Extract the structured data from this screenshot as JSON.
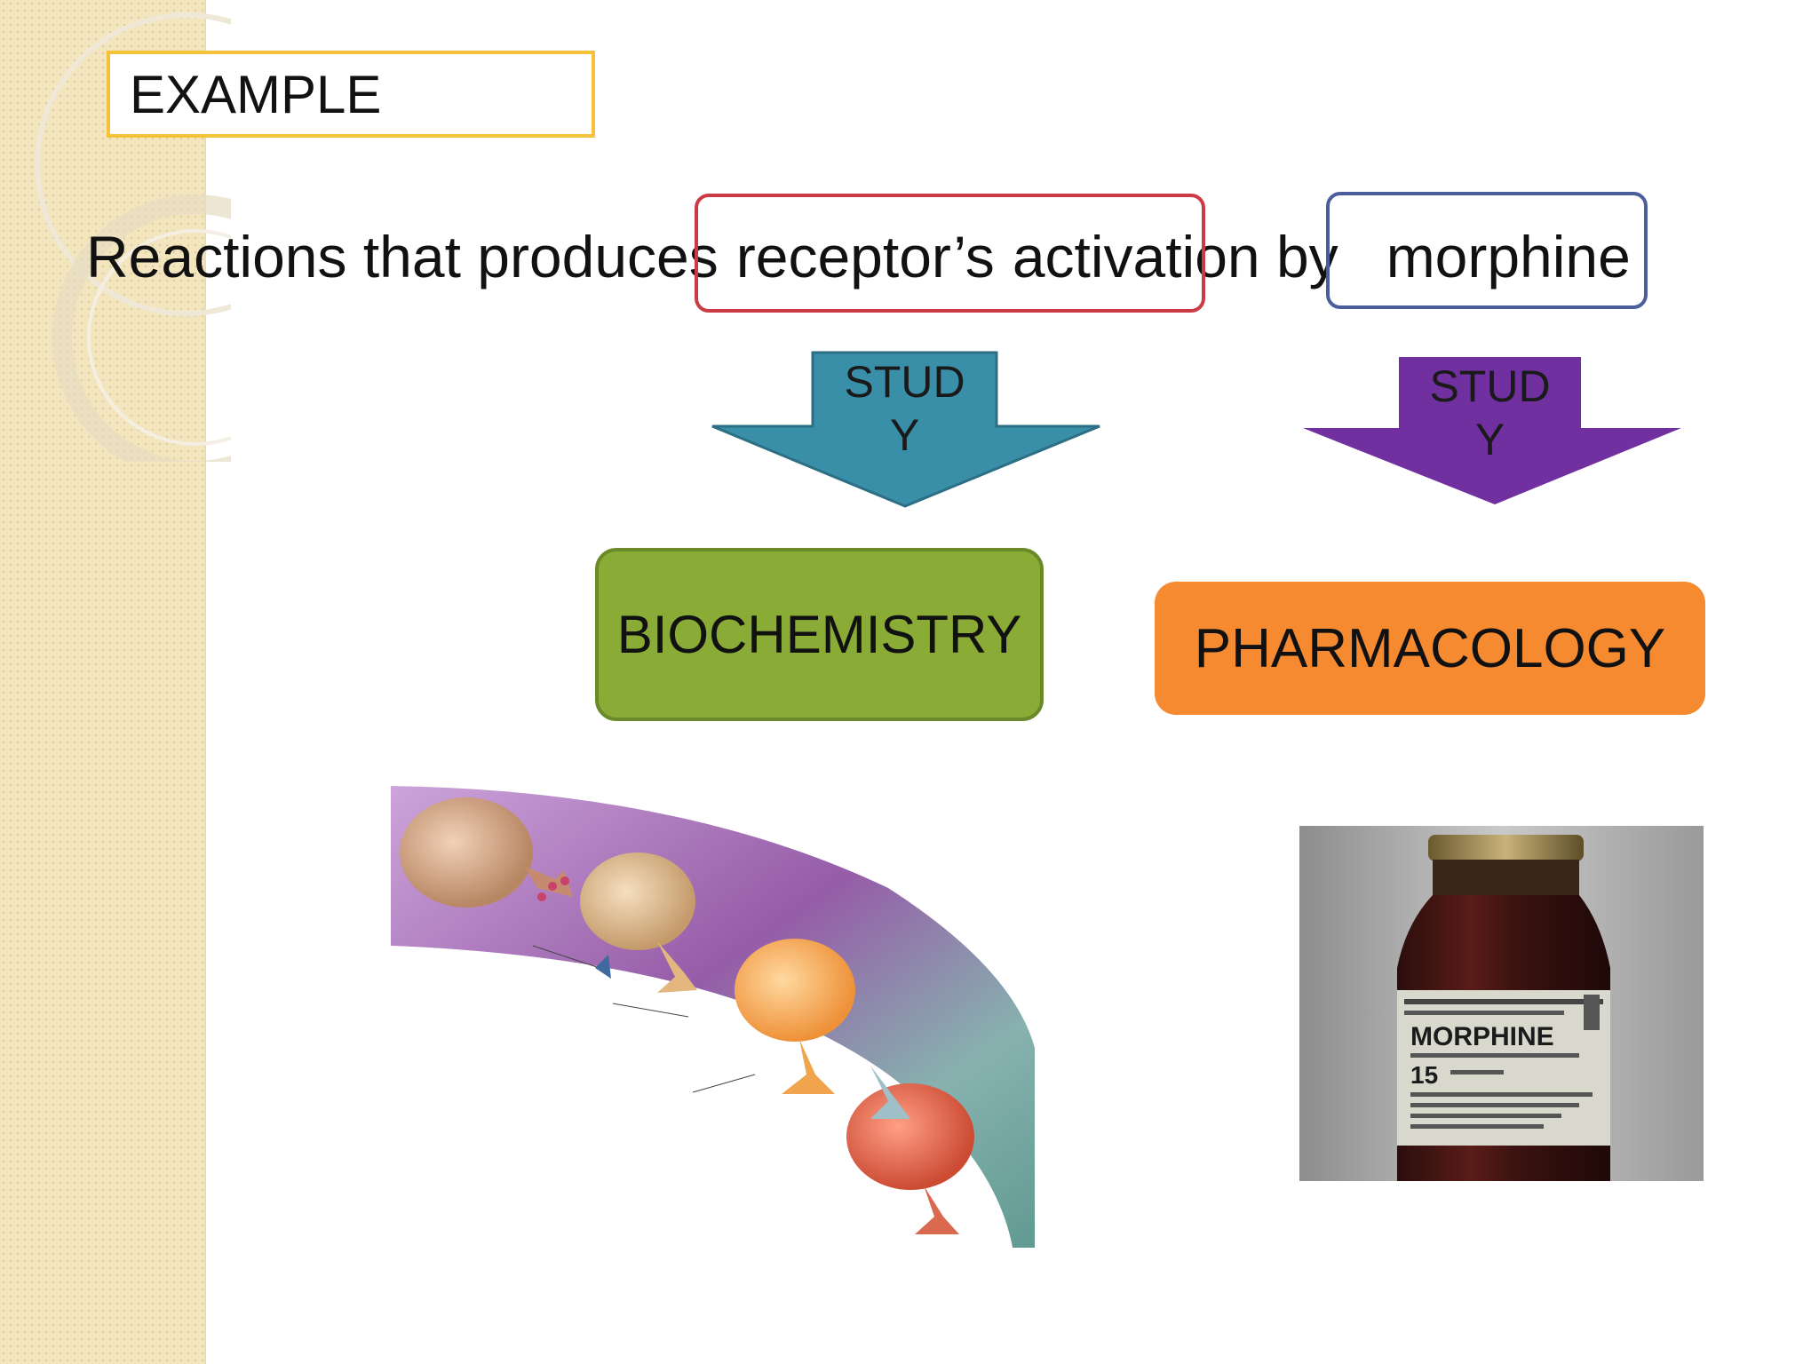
{
  "header": {
    "label": "EXAMPLE"
  },
  "statement": {
    "part1": "Reactions that produces",
    "part2": "receptor’s",
    "part3": "activation by",
    "part4": "morphine"
  },
  "arrows": [
    {
      "label_line1": "STUD",
      "label_line2": "Y",
      "color": "#3a8fa8"
    },
    {
      "label_line1": "STUD",
      "label_line2": "Y",
      "color": "#7030a0"
    }
  ],
  "boxes": {
    "biochemistry": "BIOCHEMISTRY",
    "pharmacology": "PHARMACOLOGY"
  },
  "vial": {
    "brand": "MORPHINE",
    "dose": "15"
  },
  "colors": {
    "receptor_outline": "#cc3b45",
    "morphine_outline": "#4a5d9c",
    "biochemistry_fill": "#8aab36",
    "pharmacology_fill": "#f58a31",
    "example_border": "#f5c23a"
  }
}
